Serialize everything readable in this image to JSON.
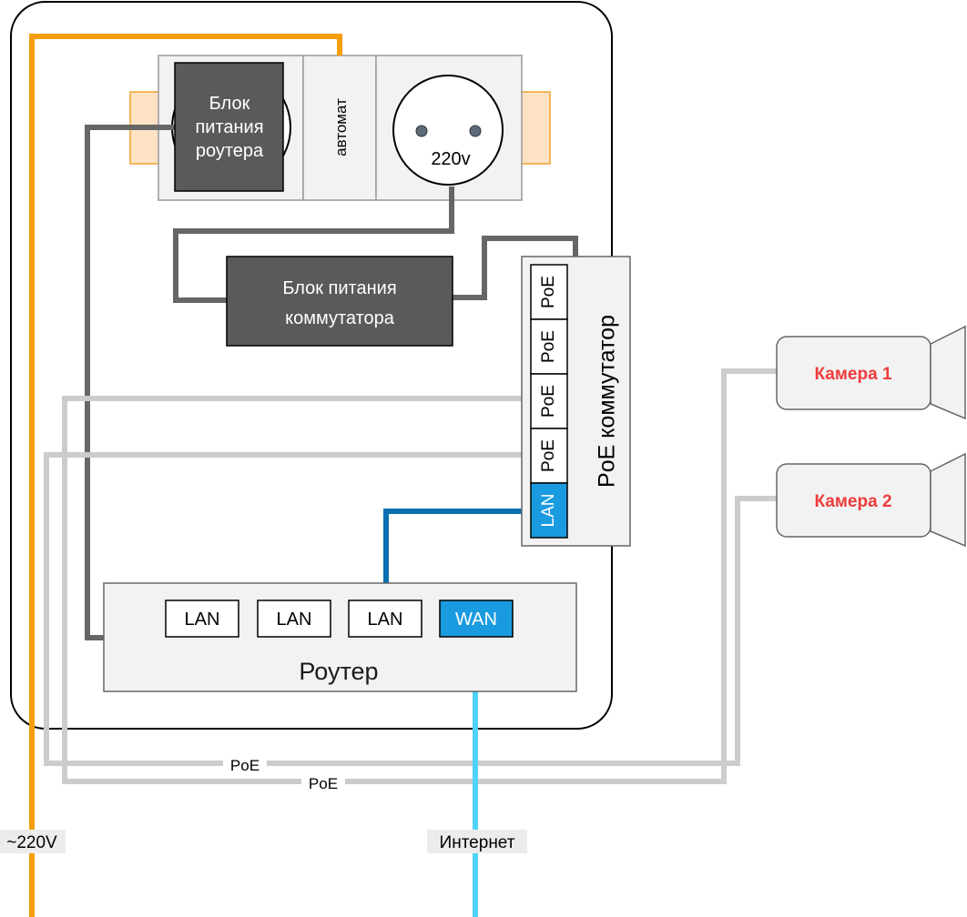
{
  "labels": {
    "router_psu": [
      "Блок",
      "питания",
      "роутера"
    ],
    "breaker": "автомат",
    "socket": "220v",
    "switch_psu": [
      "Блок питания",
      "коммутатора"
    ],
    "poe_switch": "PoE коммутатор",
    "poe_ports": [
      "PoE",
      "PoE",
      "PoE",
      "PoE"
    ],
    "switch_lan": "LAN",
    "router": "Роутер",
    "router_ports": [
      "LAN",
      "LAN",
      "LAN"
    ],
    "router_wan": "WAN",
    "camera1": "Камера 1",
    "camera2": "Камера 2",
    "cable_poe_1": "PoE",
    "cable_poe_2": "PoE",
    "mains": "~220V",
    "internet": "Интернет"
  },
  "colors": {
    "mains_cable": "#f59e0b",
    "power_cable": "#666666",
    "poe_cable": "#cccccc",
    "lan_cable": "#0a6fb0",
    "internet_cable": "#4dd4f7",
    "dark_block": "#5a5a5a",
    "port_highlight": "#1a9be0",
    "camera_text": "#ef3b3b",
    "din_clip": "#fde3c4",
    "din_clip_border": "#f0a030"
  }
}
